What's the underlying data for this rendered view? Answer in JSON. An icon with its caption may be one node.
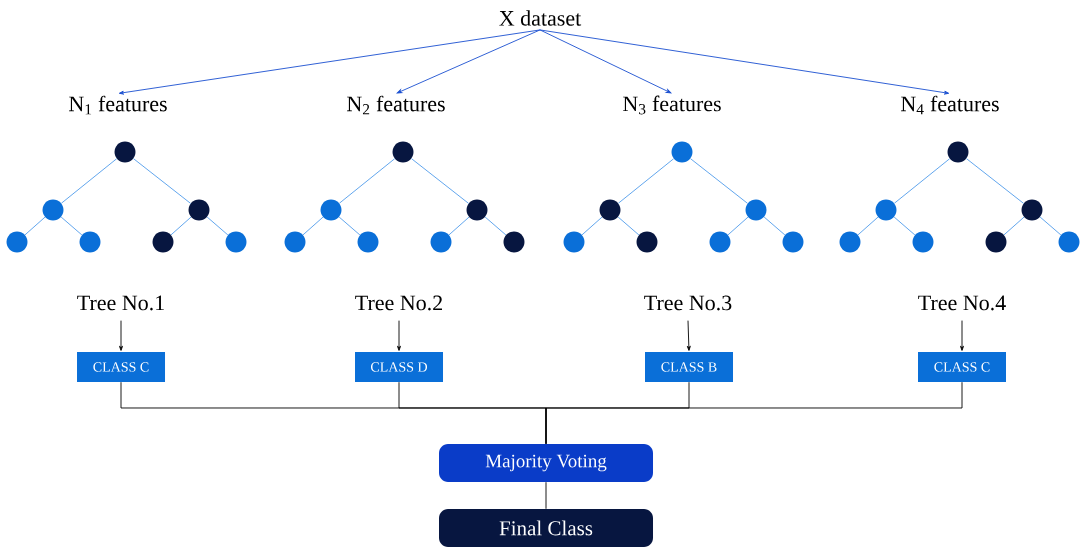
{
  "diagram": {
    "nodes": [
      {
        "text": [
          "X dataset"
        ]
      },
      {
        "text": [
          "N$_{1}$ features"
        ]
      },
      {
        "text": [
          "N$_{2}$ features"
        ]
      },
      {
        "text": [
          "N$_{3}$ features"
        ]
      },
      {
        "text": [
          "N$_{4}$ features"
        ]
      },
      {
        "text": [
          "Tree No.1"
        ]
      },
      {
        "text": [
          "Tree No.2"
        ]
      },
      {
        "text": [
          "Tree No.3"
        ]
      },
      {
        "text": [
          "Tree No.4"
        ]
      },
      {
        "text": [
          "CLASS C"
        ]
      },
      {
        "text": [
          "CLASS D"
        ]
      },
      {
        "text": [
          "CLASS B"
        ]
      },
      {
        "text": [
          "CLASS C"
        ]
      },
      {
        "text": [
          "Majority Voting"
        ]
      },
      {
        "text": [
          "Final Class"
        ]
      },
      {
        "text": [],
        "shape": "circle"
      },
      {
        "text": [],
        "shape": "circle"
      },
      {
        "text": [],
        "shape": "circle"
      },
      {
        "text": [],
        "shape": "circle"
      },
      {
        "text": [],
        "shape": "circle"
      },
      {
        "text": [],
        "shape": "circle"
      },
      {
        "text": [],
        "shape": "circle"
      },
      {
        "text": [],
        "shape": "circle"
      },
      {
        "text": [],
        "shape": "circle"
      },
      {
        "text": [],
        "shape": "circle"
      },
      {
        "text": [],
        "shape": "circle"
      },
      {
        "text": [],
        "shape": "circle"
      },
      {
        "text": [],
        "shape": "circle"
      },
      {
        "text": [],
        "shape": "circle"
      },
      {
        "text": [],
        "shape": "circle"
      },
      {
        "text": [],
        "shape": "circle"
      },
      {
        "text": [],
        "shape": "circle"
      },
      {
        "text": [],
        "shape": "circle"
      },
      {
        "text": [],
        "shape": "circle"
      },
      {
        "text": [],
        "shape": "circle"
      },
      {
        "text": [],
        "shape": "circle"
      },
      {
        "text": [],
        "shape": "circle"
      },
      {
        "text": [],
        "shape": "circle"
      },
      {
        "text": [],
        "shape": "circle"
      },
      {
        "text": [],
        "shape": "circle"
      },
      {
        "text": [],
        "shape": "circle"
      },
      {
        "text": [],
        "shape": "circle"
      },
      {
        "text": [],
        "shape": "circle"
      }
    ],
    "edges": [
      {
        "from": 0,
        "to": 1,
        "arrow": "to",
        "color": "#1a4fd0"
      },
      {
        "from": 0,
        "to": 2,
        "arrow": "to",
        "color": "#1a4fd0"
      },
      {
        "from": 0,
        "to": 3,
        "arrow": "to",
        "color": "#1a4fd0"
      },
      {
        "from": 0,
        "to": 4,
        "arrow": "to",
        "color": "#1a4fd0"
      },
      {
        "from": 5,
        "to": 9,
        "arrow": "to",
        "color": "#000000"
      },
      {
        "from": 6,
        "to": 10,
        "arrow": "to",
        "color": "#000000"
      },
      {
        "from": 7,
        "to": 11,
        "arrow": "to",
        "color": "#000000"
      },
      {
        "from": 8,
        "to": 12,
        "arrow": "to",
        "color": "#000000"
      },
      {
        "from": 9,
        "to": 13,
        "arrow": "none",
        "color": "#000000"
      },
      {
        "from": 10,
        "to": 13,
        "arrow": "none",
        "color": "#000000"
      },
      {
        "from": 11,
        "to": 13,
        "arrow": "none",
        "color": "#000000"
      },
      {
        "from": 12,
        "to": 13,
        "arrow": "none",
        "color": "#000000"
      },
      {
        "from": 13,
        "to": 14,
        "arrow": "none",
        "color": "#000000"
      },
      {
        "from": 15,
        "to": 16,
        "arrow": "none",
        "color": "#3a8fe8"
      },
      {
        "from": 15,
        "to": 17,
        "arrow": "none",
        "color": "#3a8fe8"
      },
      {
        "from": 16,
        "to": 18,
        "arrow": "none",
        "color": "#3a8fe8"
      },
      {
        "from": 16,
        "to": 19,
        "arrow": "none",
        "color": "#3a8fe8"
      },
      {
        "from": 17,
        "to": 20,
        "arrow": "none",
        "color": "#3a8fe8"
      },
      {
        "from": 17,
        "to": 21,
        "arrow": "none",
        "color": "#3a8fe8"
      },
      {
        "from": 22,
        "to": 23,
        "arrow": "none",
        "color": "#3a8fe8"
      },
      {
        "from": 22,
        "to": 24,
        "arrow": "none",
        "color": "#3a8fe8"
      },
      {
        "from": 23,
        "to": 25,
        "arrow": "none",
        "color": "#3a8fe8"
      },
      {
        "from": 23,
        "to": 26,
        "arrow": "none",
        "color": "#3a8fe8"
      },
      {
        "from": 24,
        "to": 27,
        "arrow": "none",
        "color": "#3a8fe8"
      },
      {
        "from": 24,
        "to": 28,
        "arrow": "none",
        "color": "#3a8fe8"
      },
      {
        "from": 29,
        "to": 30,
        "arrow": "none",
        "color": "#3a8fe8"
      },
      {
        "from": 29,
        "to": 31,
        "arrow": "none",
        "color": "#3a8fe8"
      },
      {
        "from": 30,
        "to": 32,
        "arrow": "none",
        "color": "#3a8fe8"
      },
      {
        "from": 30,
        "to": 33,
        "arrow": "none",
        "color": "#3a8fe8"
      },
      {
        "from": 31,
        "to": 34,
        "arrow": "none",
        "color": "#3a8fe8"
      },
      {
        "from": 31,
        "to": 35,
        "arrow": "none",
        "color": "#3a8fe8"
      },
      {
        "from": 36,
        "to": 37,
        "arrow": "none",
        "color": "#3a8fe8"
      },
      {
        "from": 36,
        "to": 38,
        "arrow": "none",
        "color": "#3a8fe8"
      },
      {
        "from": 37,
        "to": 39,
        "arrow": "none",
        "color": "#3a8fe8"
      },
      {
        "from": 37,
        "to": 40,
        "arrow": "none",
        "color": "#3a8fe8"
      },
      {
        "from": 38,
        "to": 41,
        "arrow": "none",
        "color": "#3a8fe8"
      },
      {
        "from": 38,
        "to": 42,
        "arrow": "none",
        "color": "#3a8fe8"
      }
    ]
  }
}
